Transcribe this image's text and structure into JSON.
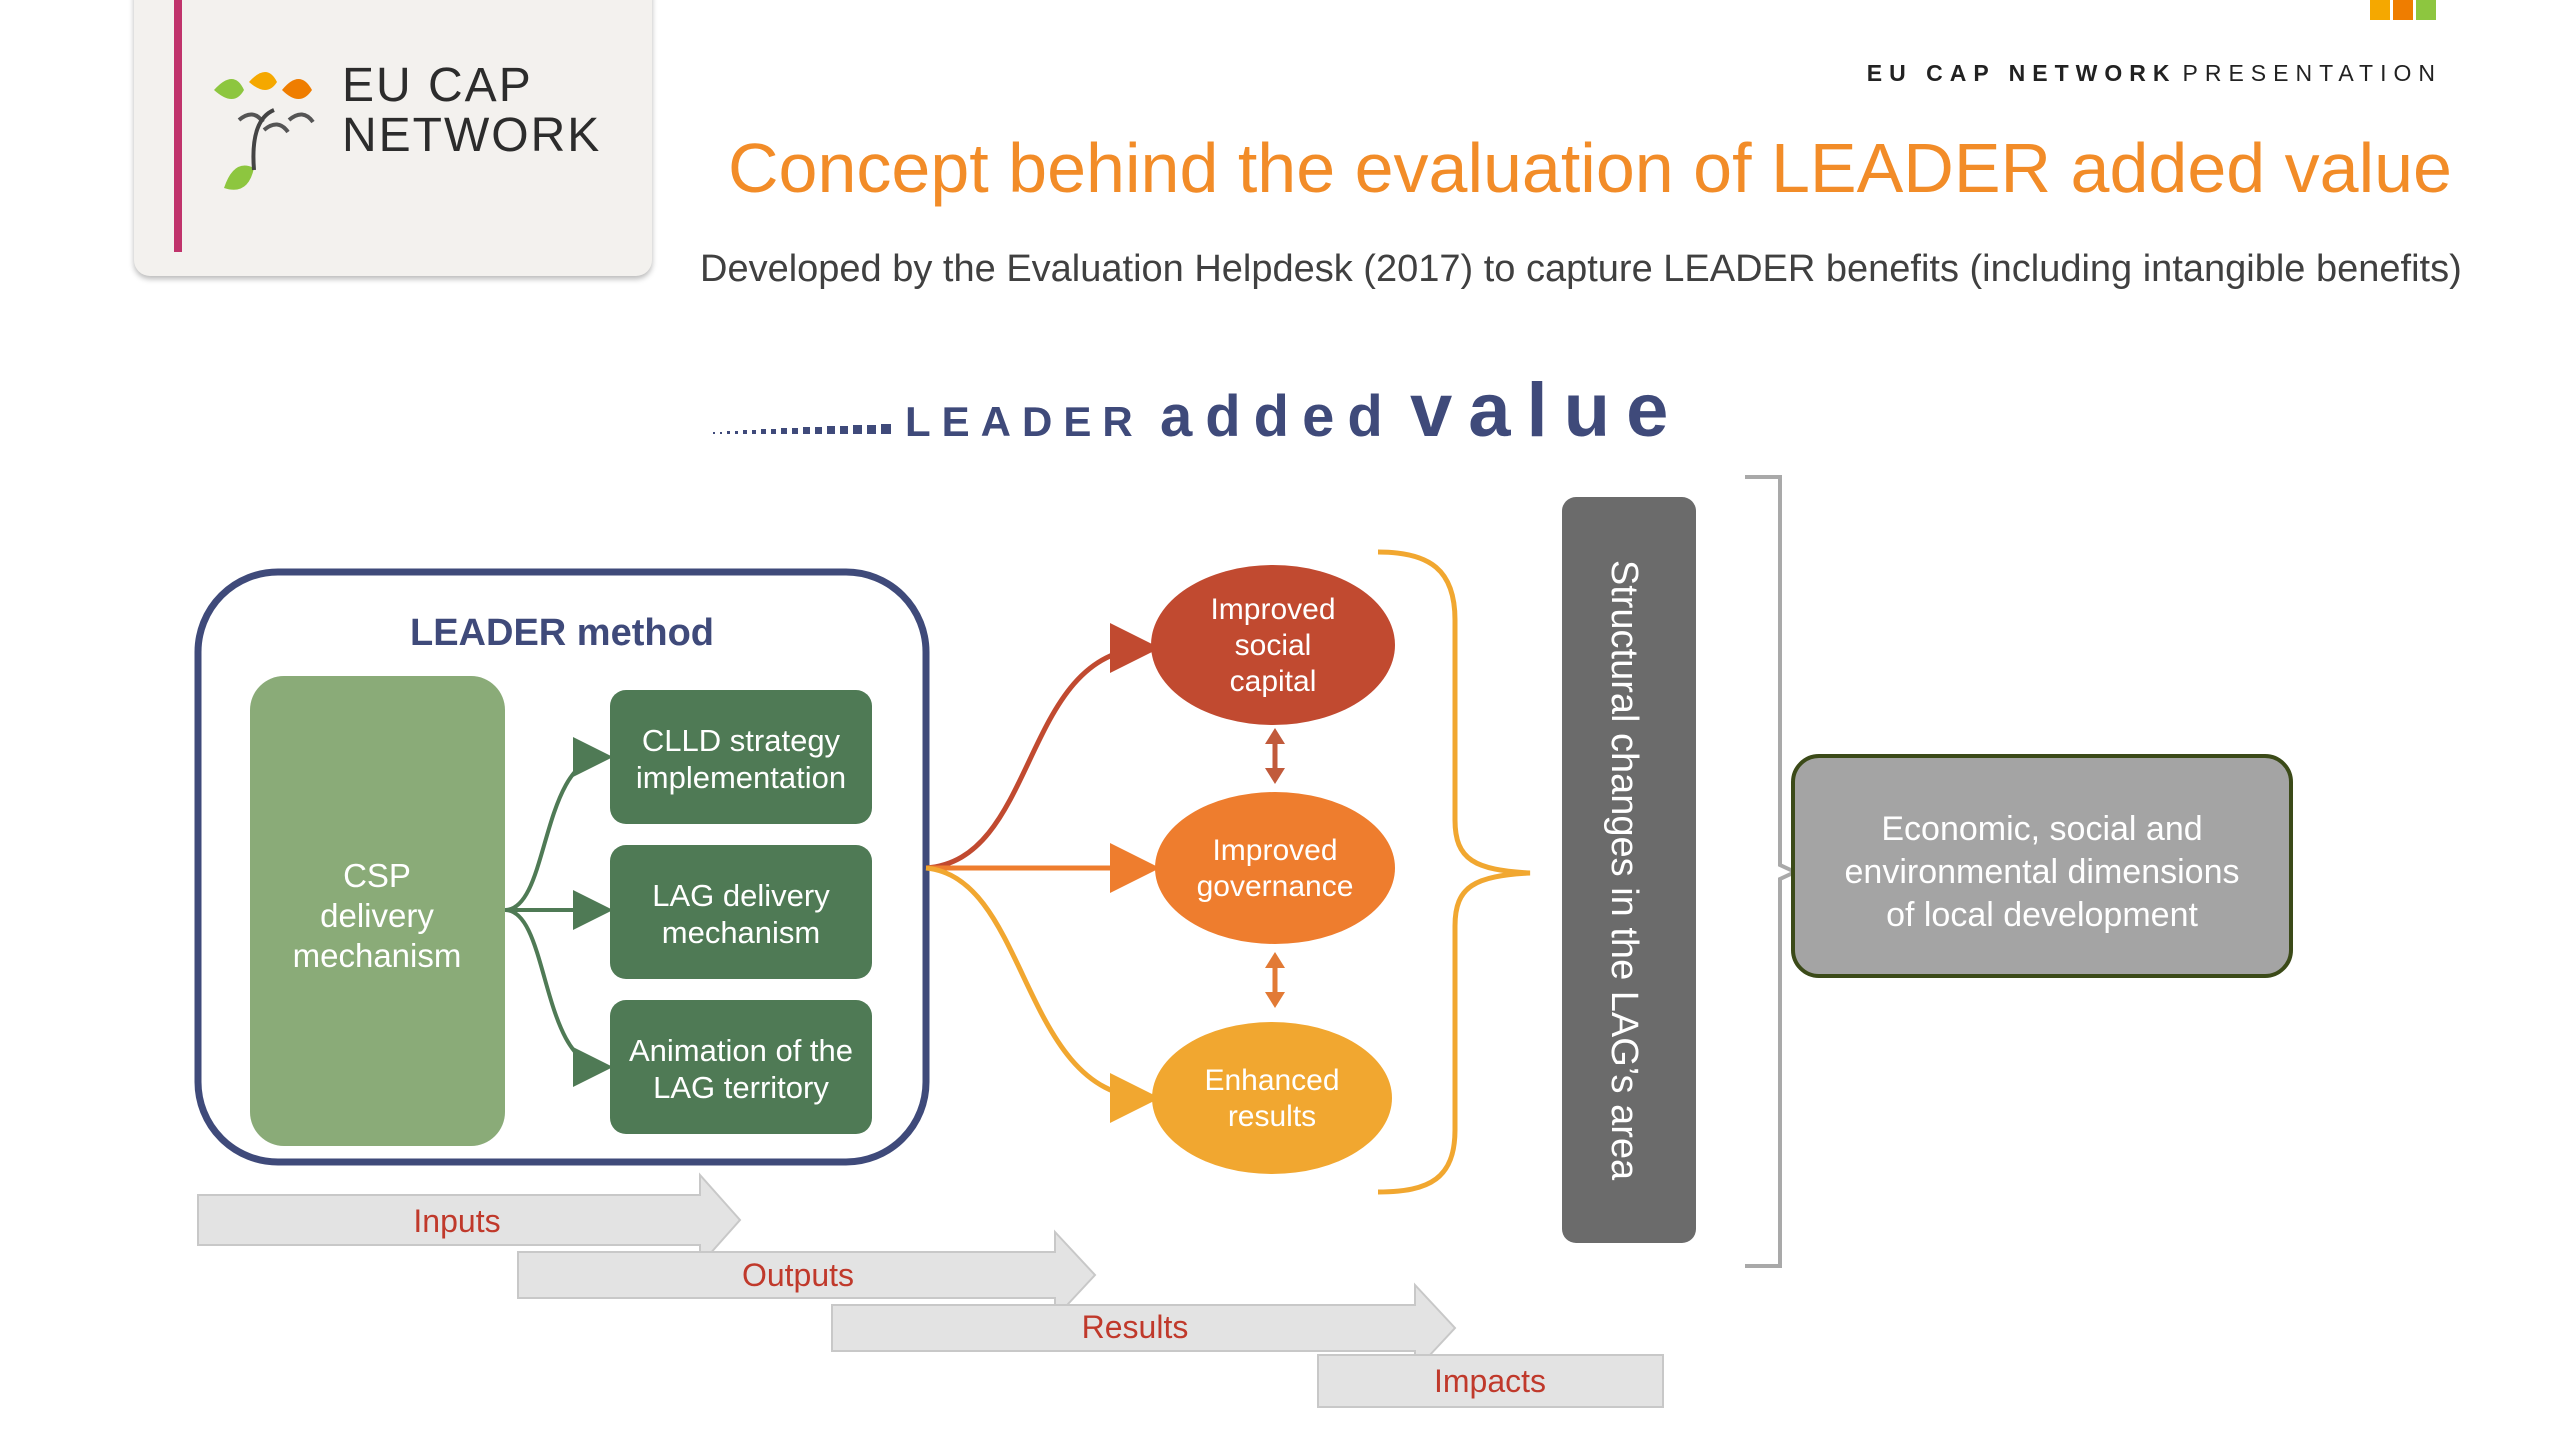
{
  "header": {
    "brand_bold": "EU CAP NETWORK",
    "brand_light": "PRESENTATION",
    "logo_line1": "EU CAP",
    "logo_line2": "NETWORK",
    "logo_colors": [
      "#f5a800",
      "#ef7d00",
      "#8dc63f"
    ]
  },
  "slide": {
    "title": "Concept behind the evaluation of LEADER added value",
    "subtitle": "Developed by the Evaluation Helpdesk (2017) to capture LEADER benefits (including intangible benefits)"
  },
  "diagram": {
    "heading": {
      "w1": "LEADER",
      "w2": "added",
      "w3": "value"
    },
    "leader_method_label": "LEADER method",
    "csp_box": [
      "CSP",
      "delivery",
      "mechanism"
    ],
    "components": [
      [
        "CLLD strategy",
        "implementation"
      ],
      [
        "LAG delivery",
        "mechanism"
      ],
      [
        "Animation of the",
        "LAG territory"
      ]
    ],
    "outcomes": [
      [
        "Improved",
        "social",
        "capital"
      ],
      [
        "Improved",
        "governance"
      ],
      [
        "Enhanced",
        "results"
      ]
    ],
    "structural_changes": "Structural changes in the LAG’s area",
    "dimensions": [
      "Economic, social and",
      "environmental dimensions",
      "of local development"
    ],
    "stages": [
      "Inputs",
      "Outputs",
      "Results",
      "Impacts"
    ],
    "colors": {
      "navy": "#3f4a7a",
      "dark_green": "#4f7a55",
      "light_green": "#8aab78",
      "red": "#c14a30",
      "orange": "#ee7d2e",
      "amber": "#f1a730",
      "dark_grey": "#6b6b6b",
      "mid_grey": "#a4a4a4",
      "olive": "#3b4a18",
      "stage_text": "#c0392b",
      "title_orange": "#f28c28"
    }
  }
}
